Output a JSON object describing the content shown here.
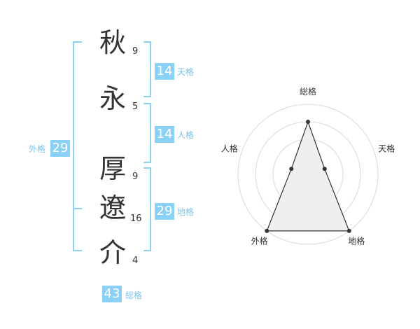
{
  "name_chars": [
    {
      "char": "秋",
      "strokes": "9"
    },
    {
      "char": "永",
      "strokes": "5"
    },
    {
      "char": "厚",
      "strokes": "9"
    },
    {
      "char": "遼",
      "strokes": "16"
    },
    {
      "char": "介",
      "strokes": "4"
    }
  ],
  "kaku": {
    "tenkaku": {
      "value": "14",
      "label": "天格"
    },
    "jinkaku": {
      "value": "14",
      "label": "人格"
    },
    "chikaku": {
      "value": "29",
      "label": "地格"
    },
    "gaikaku": {
      "value": "29",
      "label": "外格"
    },
    "soukaku": {
      "value": "43",
      "label": "総格"
    }
  },
  "radar": {
    "axes": [
      "総格",
      "天格",
      "地格",
      "外格",
      "人格"
    ],
    "levels": 4,
    "scores": [
      3,
      1,
      4,
      4,
      1
    ],
    "max": 4
  },
  "colors": {
    "accent": "#8bd0f5",
    "label": "#7cc3ea",
    "text": "#333333"
  }
}
